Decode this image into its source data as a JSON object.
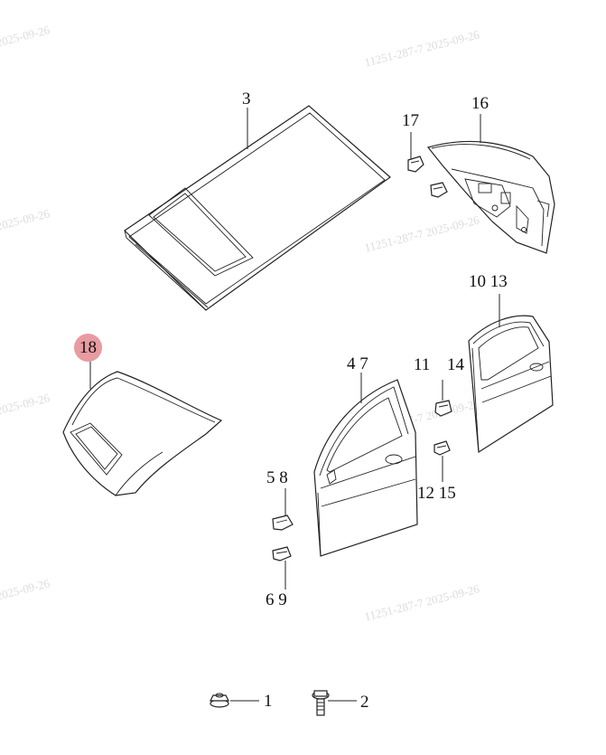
{
  "watermarks": [
    "2025-09-26",
    "11251-287-7  2025-09-26",
    "2025-09-26",
    "11251-287-7  2025-09-26",
    "2025-09-26",
    "11251-287-7  2025-09-26",
    "2025-09-26",
    "11251-287-7  2025-09-26"
  ],
  "callouts": {
    "roof": "3",
    "tailgate_hinge": "17",
    "tailgate": "16",
    "rear_door": "10 13",
    "hood": "18",
    "front_door": "4 7",
    "rear_upper_hinge": "11",
    "rear_upper_hinge_alt": "14",
    "rear_lower_hinge": "12 15",
    "front_upper_hinge": "5 8",
    "front_lower_hinge": "6 9",
    "nut": "1",
    "bolt": "2"
  },
  "highlight_color": "#e89ba0"
}
